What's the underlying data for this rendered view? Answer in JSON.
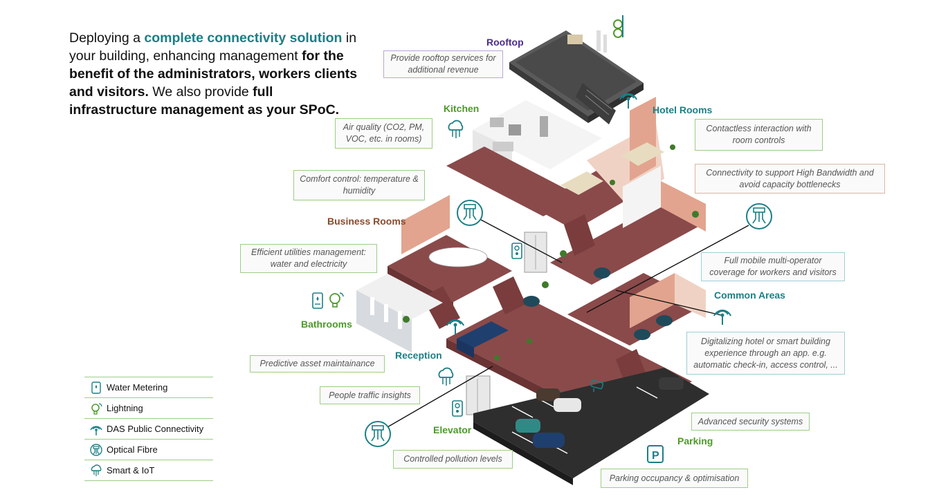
{
  "headline": {
    "part1": "Deploying a ",
    "part2": "complete connectivity solution",
    "part3": " in your building, enhancing management ",
    "part4": "for the benefit of the administrators, workers clients and visitors.",
    "part5": " We also provide ",
    "part6": "full infrastructure management as your SPoC."
  },
  "labels": {
    "rooftop": "Rooftop",
    "kitchen": "Kitchen",
    "hotel_rooms": "Hotel Rooms",
    "business_rooms": "Business Rooms",
    "bathrooms": "Bathrooms",
    "reception": "Reception",
    "common_areas": "Common Areas",
    "elevator": "Elevator",
    "parking": "Parking"
  },
  "notes": {
    "rooftop": "Provide rooftop services for additional revenue",
    "air_quality": "Air quality (CO2, PM, VOC, etc. in rooms)",
    "contactless": "Contactless interaction with room controls",
    "comfort": "Comfort control: temperature & humidity",
    "bandwidth": "Connectivity to support High Bandwidth and avoid capacity bottlenecks",
    "utilities": "Efficient utilities management: water and electricity",
    "mobile": "Full mobile multi-operator coverage for workers and visitors",
    "digitalizing": "Digitalizing hotel or smart building experience through an app. e.g. automatic check-in, access control, ...",
    "predictive": "Predictive asset maintainance",
    "traffic": "People traffic insights",
    "security": "Advanced security systems",
    "pollution": "Controlled pollution levels",
    "parking_occ": "Parking occupancy & optimisation"
  },
  "legend": [
    {
      "label": "Water Metering",
      "icon": "water-meter-icon"
    },
    {
      "label": "Lightning",
      "icon": "lightbulb-icon"
    },
    {
      "label": "DAS Public Connectivity",
      "icon": "antenna-icon"
    },
    {
      "label": "Optical Fibre",
      "icon": "optical-fibre-icon"
    },
    {
      "label": "Smart & IoT",
      "icon": "cloud-iot-icon"
    }
  ],
  "colors": {
    "floor": "#8a4a4a",
    "wall": "#e2a48e",
    "teal": "#1b7f86",
    "green": "#4c9a2a",
    "purple": "#4b2d8c",
    "roof": "#4a4a4a",
    "parking": "#2e2e2e"
  }
}
